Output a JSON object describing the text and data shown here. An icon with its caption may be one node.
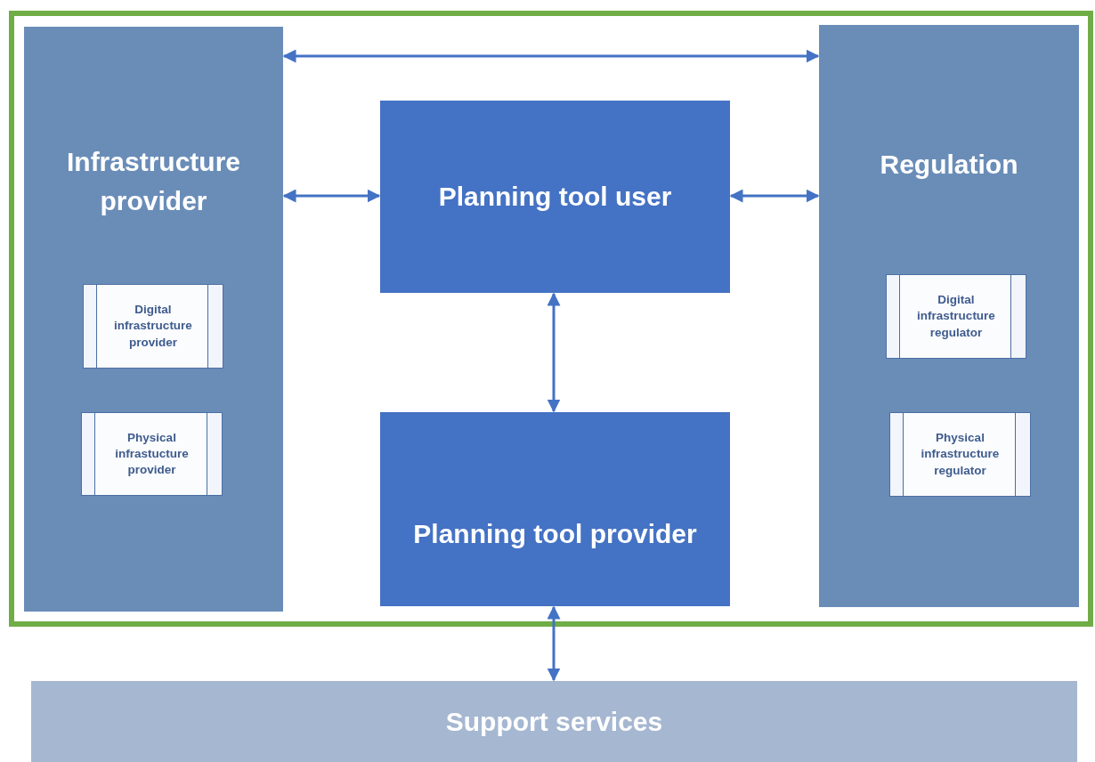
{
  "diagram": {
    "nodes": [
      {
        "text": [],
        "shape": "box"
      },
      {
        "text": [
          "Infrastructure provider"
        ],
        "in": 0
      },
      {
        "text": [
          "Digital infrastructure provider"
        ],
        "in": 1
      },
      {
        "text": [
          "Physical infrastucture provider"
        ],
        "in": 1
      },
      {
        "text": [
          "Planning tool user"
        ],
        "in": 0
      },
      {
        "text": [
          "Regulation"
        ],
        "in": 0
      },
      {
        "text": [
          "Digital infrastructure regulator"
        ],
        "in": 5
      },
      {
        "text": [
          "Physical infrastructure regulator"
        ],
        "in": 5
      },
      {
        "text": [
          "Planning tool provider"
        ],
        "in": 0
      },
      {
        "text": [
          "Support services"
        ]
      }
    ],
    "edges": [
      {
        "from": 1,
        "to": 5,
        "arrow": "both"
      },
      {
        "from": 1,
        "to": 4,
        "arrow": "both"
      },
      {
        "from": 4,
        "to": 5,
        "arrow": "both"
      },
      {
        "from": 4,
        "to": 8,
        "arrow": "both"
      },
      {
        "from": 8,
        "to": 9,
        "arrow": "both"
      }
    ]
  }
}
